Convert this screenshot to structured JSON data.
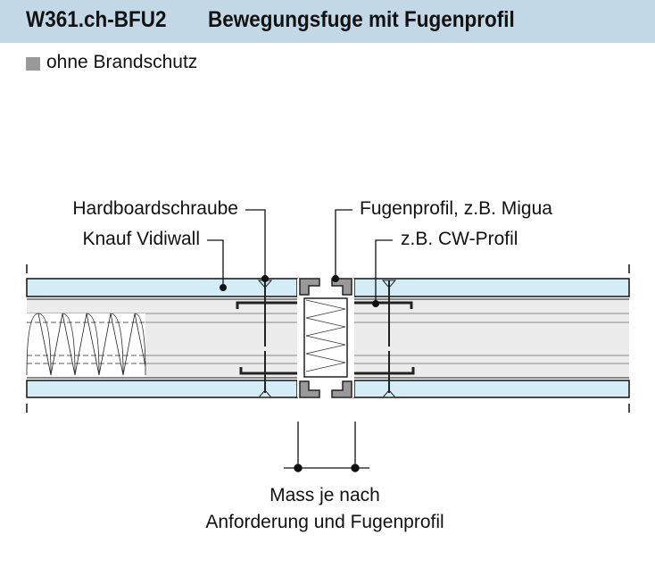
{
  "header": {
    "code": "W361.ch-BFU2",
    "title": "Bewegungsfuge mit Fugenprofil",
    "background": "#c3d8e7"
  },
  "subtitle": {
    "label": "ohne Brandschutz",
    "marker_color": "#999999"
  },
  "callouts": {
    "screw": "Hardboardschraube",
    "board": "Knauf Vidiwall",
    "joint_profile": "Fugenprofil, z.B. Migua",
    "stud": "z.B. CW-Profil"
  },
  "dimension": {
    "line1": "Mass je nach",
    "line2": "Anforderung und Fugenprofil"
  },
  "colors": {
    "board": "#d4ebf8",
    "core": "#ececec"
  }
}
